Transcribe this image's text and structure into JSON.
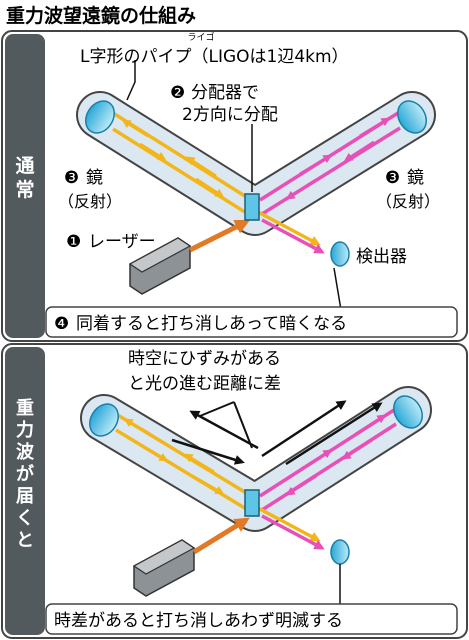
{
  "title": "重力波望遠鏡の仕組み",
  "panels": [
    {
      "side_label": [
        "通",
        "常"
      ],
      "pipe_label": "L字形のパイプ（LIGOは1辺4km）",
      "ruby": "ライゴ",
      "splitter": {
        "number": "❷",
        "lines": [
          "分配器で",
          "2方向に分配"
        ]
      },
      "mirror_left": {
        "number": "❸",
        "label": "鏡",
        "sub": "（反射）"
      },
      "mirror_right": {
        "number": "❸",
        "label": "鏡",
        "sub": "（反射）"
      },
      "laser": {
        "number": "❶",
        "label": "レーザー"
      },
      "detector": "検出器",
      "caption": {
        "number": "❹",
        "text": "同着すると打ち消しあって暗くなる"
      }
    },
    {
      "side_label": [
        "重",
        "力",
        "波",
        "が",
        "届",
        "く",
        "と"
      ],
      "note": [
        "時空にひずみがある",
        "と光の進む距離に差"
      ],
      "caption": {
        "text": "時差があると打ち消しあわず明滅する"
      }
    }
  ],
  "colors": {
    "yellow_beam": "#f2b61c",
    "pink_beam": "#e84fb7",
    "laser_beam": "#e07a26",
    "pipe_fill": "#dbe8f1",
    "side_bar": "#535a5d",
    "mirror": "#5fc5e6"
  },
  "icons": [
    "laser-box-icon",
    "beam-splitter-icon",
    "mirror-icon",
    "detector-icon",
    "arrow-icon"
  ]
}
